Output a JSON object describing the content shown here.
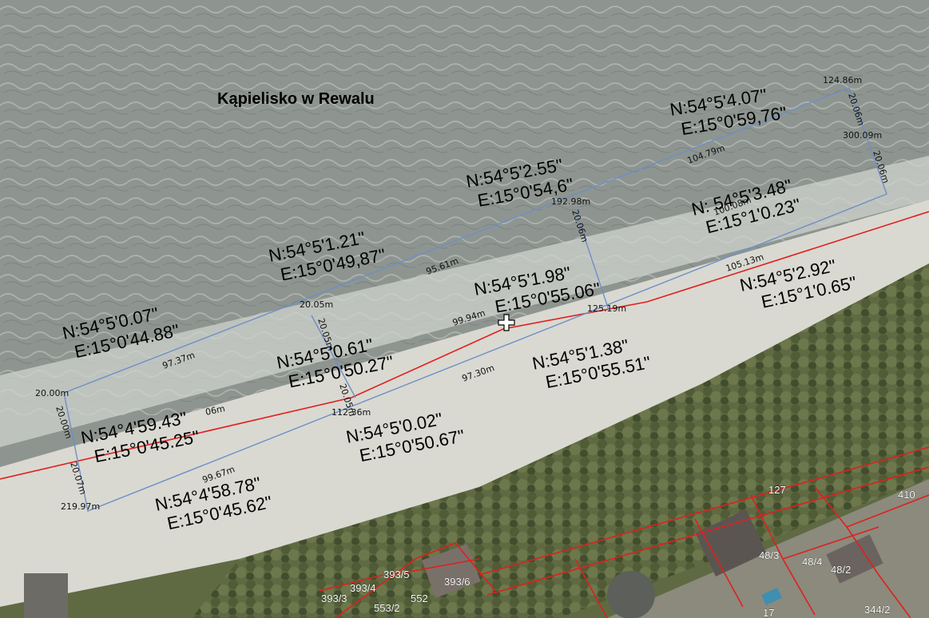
{
  "map": {
    "title": "Kąpielisko w Rewalu",
    "cursor_icon": "crosshair-plus-icon",
    "coordinates": [
      {
        "id": "c1",
        "n": "N:54°5'4.07\"",
        "e": "E:15°0'59,76\""
      },
      {
        "id": "c2",
        "n": "N:54°5'2.55\"",
        "e": "E:15°0'54,6\""
      },
      {
        "id": "c3",
        "n": "N: 54°5'3.48\"",
        "e": "E:15°1'0.23\""
      },
      {
        "id": "c4",
        "n": "N:54°5'1.21\"",
        "e": "E:15°0'49,87\""
      },
      {
        "id": "c5",
        "n": "N:54°5'1.98\"",
        "e": "E:15°0'55.06\""
      },
      {
        "id": "c6",
        "n": "N:54°5'2.92\"",
        "e": "E:15°1'0.65\""
      },
      {
        "id": "c7",
        "n": "N:54°5'0.07\"",
        "e": "E:15°0'44.88\""
      },
      {
        "id": "c8",
        "n": "N:54°5'0.61\"",
        "e": "E:15°0'50.27\""
      },
      {
        "id": "c9",
        "n": "N:54°5'1.38\"",
        "e": "E:15°0'55.51\""
      },
      {
        "id": "c10",
        "n": "N:54°4'59.43\"",
        "e": "E:15°0'45.25\""
      },
      {
        "id": "c11",
        "n": "N:54°5'0.02\"",
        "e": "E:15°0'50.67\""
      },
      {
        "id": "c12",
        "n": "N:54°4'58.78\"",
        "e": "E:15°0'45.62\""
      }
    ],
    "measurements": [
      {
        "id": "m1",
        "text": "124.86m"
      },
      {
        "id": "m2",
        "text": "20.06m"
      },
      {
        "id": "m3",
        "text": "300.09m"
      },
      {
        "id": "m4",
        "text": "20.06m"
      },
      {
        "id": "m5",
        "text": "104.79m"
      },
      {
        "id": "m6",
        "text": "192.98m"
      },
      {
        "id": "m7",
        "text": "20.06m"
      },
      {
        "id": "m8",
        "text": "100.08m"
      },
      {
        "id": "m9",
        "text": "95.61m"
      },
      {
        "id": "m10",
        "text": "105.13m"
      },
      {
        "id": "m11",
        "text": "125.19m"
      },
      {
        "id": "m12",
        "text": "20.05m"
      },
      {
        "id": "m13",
        "text": "99.94m"
      },
      {
        "id": "m14",
        "text": "97.37m"
      },
      {
        "id": "m15",
        "text": "97.30m"
      },
      {
        "id": "m16",
        "text": "20.00m"
      },
      {
        "id": "m17",
        "text": "112.36m"
      },
      {
        "id": "m18",
        "text": "20.05m"
      },
      {
        "id": "m19",
        "text": "20.00m"
      },
      {
        "id": "m20",
        "text": "99.67m"
      },
      {
        "id": "m21",
        "text": "20.07m"
      },
      {
        "id": "m22",
        "text": "219.97m"
      },
      {
        "id": "m23",
        "text": "06m"
      },
      {
        "id": "m24",
        "text": "20.05m"
      }
    ],
    "parcels": [
      {
        "id": "p1",
        "label": "127"
      },
      {
        "id": "p2",
        "label": "410"
      },
      {
        "id": "p3",
        "label": "48/3"
      },
      {
        "id": "p4",
        "label": "48/4"
      },
      {
        "id": "p5",
        "label": "48/2"
      },
      {
        "id": "p6",
        "label": "393/5"
      },
      {
        "id": "p7",
        "label": "393/6"
      },
      {
        "id": "p8",
        "label": "393/4"
      },
      {
        "id": "p9",
        "label": "393/3"
      },
      {
        "id": "p10",
        "label": "552"
      },
      {
        "id": "p11",
        "label": "553/2"
      },
      {
        "id": "p12",
        "label": "344/2"
      },
      {
        "id": "p13",
        "label": "17"
      }
    ],
    "colors": {
      "sea": "#8e9590",
      "beach": "#d9d9d2",
      "forest": "#5f6a43",
      "boundary": "#e0201c",
      "measure_line": "#6e8fc6"
    }
  }
}
